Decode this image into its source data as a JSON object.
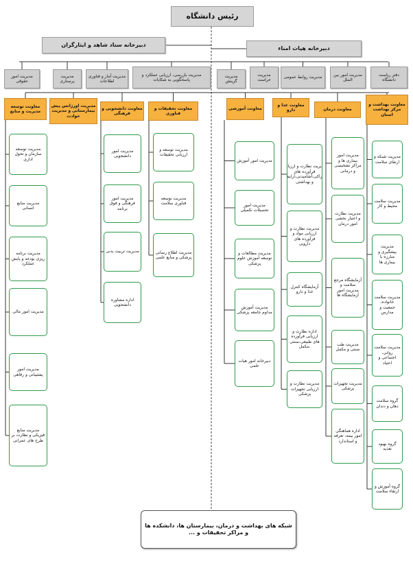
{
  "top": {
    "label": "رئیس دانشگاه"
  },
  "staff": [
    {
      "id": "s1",
      "label": "دبیرخانه ستاد شاهد و ایثارگران"
    },
    {
      "id": "s2",
      "label": "دبیرخانه هیات امناء"
    }
  ],
  "managers": [
    {
      "id": "m1",
      "label": "مدیریت امور حقوقی"
    },
    {
      "id": "m2",
      "label": "مدیریت پرستاری"
    },
    {
      "id": "m3",
      "label": "مدیریت آمار و فناوری اطلاعات"
    },
    {
      "id": "m4",
      "label": "مدیریت بازرسی، ارزیابی عملکرد و پاسخگویی به شکایات"
    },
    {
      "id": "m5",
      "label": "مدیریت گزینش"
    },
    {
      "id": "m6",
      "label": "مدیریت حراست"
    },
    {
      "id": "m7",
      "label": "مدیریت روابط عمومی"
    },
    {
      "id": "m8",
      "label": "مدیریت امور بین الملل"
    },
    {
      "id": "m9",
      "label": "دفتر ریاست دانشگاه"
    }
  ],
  "deputies": [
    {
      "id": "d1",
      "label": "معاونت توسعه مدیریت و منابع"
    },
    {
      "id": "d2",
      "label": "مدیریت اورژانس پیش بیمارستانی و مدیریت حوادث"
    },
    {
      "id": "d3",
      "label": "معاونت دانشجویی و فرهنگی"
    },
    {
      "id": "d4",
      "label": "معاونت تحقیقات و فناوری"
    },
    {
      "id": "d5",
      "label": "معاونت آموزشی"
    },
    {
      "id": "d6",
      "label": "معاونت غذا و دارو"
    },
    {
      "id": "d7",
      "label": "معاونت درمان"
    },
    {
      "id": "d8",
      "label": "معاونت بهداشت و مرکز بهداشت استان"
    }
  ],
  "units": {
    "d1": [
      "مدیریت توسعه سازمان و تحول اداری",
      "مدیریت منابع انسانی",
      "مدیریت برنامه ریزی بودجه و پایش عملکرد",
      "مدیریت امور مالی",
      "مدیریت امور پشتیبانی و رفاهی",
      "مدیریت منابع فیزیکی و نظارت بر طرح های عمرانی"
    ],
    "d3": [
      "مدیریت امور دانشجویی",
      "مدیریت امور فرهنگی و فوق برنامه",
      "مدیریت تربیت بدنی",
      "اداره مشاوره دانشجویی"
    ],
    "d4": [
      "مدیریت توسعه و ارزیابی تحقیقات",
      "مدیریت توسعه فناوری سلامت",
      "مدیریت اطلاع رسانی پزشکی و منابع علمی"
    ],
    "d5": [
      "مدیریت امور آموزش",
      "مدیریت امور تحصیلات تکمیلی",
      "مدیریت مطالعات و توسعه آموزش علوم پزشکی",
      "مدیریت آموزش مداوم جامعه پزشکی",
      "دبیرخانه امور هیات علمی"
    ],
    "d6": [
      "مدیریت نظارت و ارزیابی فرآورده های خوراکی،آشامیدنی،آرایشی و بهداشتی",
      "مدیریت نظارت و ارزیابی مواد و فرآورده های دارویی",
      "آزمایشگاه کنترل غذا و دارو",
      "اداره نظارت و ارزیابی فرآورده های طبیعی،سنتی ،مکمل",
      "مدیریت نظارت و ارزیابی تجهیزات پزشکی"
    ],
    "d7": [
      "مدیریت امور بیماری ها و مراکز تشخیصی و درمانی",
      "مدیریت نظارت و اعتبار بخشی امور درمان",
      "آزمایشگاه مرجع سلامت و مدیریت امور آزمایشگاه ها",
      "مدیریت طب سنتی و مکمل",
      "مدیریت تجهیزات پزشکی",
      "اداره هماهنگی امور بیمه، تعرفه و استاندارد"
    ],
    "d8": [
      "مدیریت شبکه و ارتقای سلامت",
      "مدیریت سلامت محیط و کار",
      "مدیریت پیشگیری و مبارزه با بیماری ها",
      "مدیریت سلامت خانواده، جمعیت و مدارس",
      "مدیریت سلامت روانی، اجتماعی و اعتیاد",
      "گروه سلامت دهان و دندان",
      "گروه بهبود تغذیه",
      "گروه آموزش و ارتقاء سلامت"
    ]
  },
  "bottom": {
    "label": "شبکه های بهداشت و درمان، بیمارستان ها، دانشکده ها و مراکز تحقیقات و ..."
  }
}
